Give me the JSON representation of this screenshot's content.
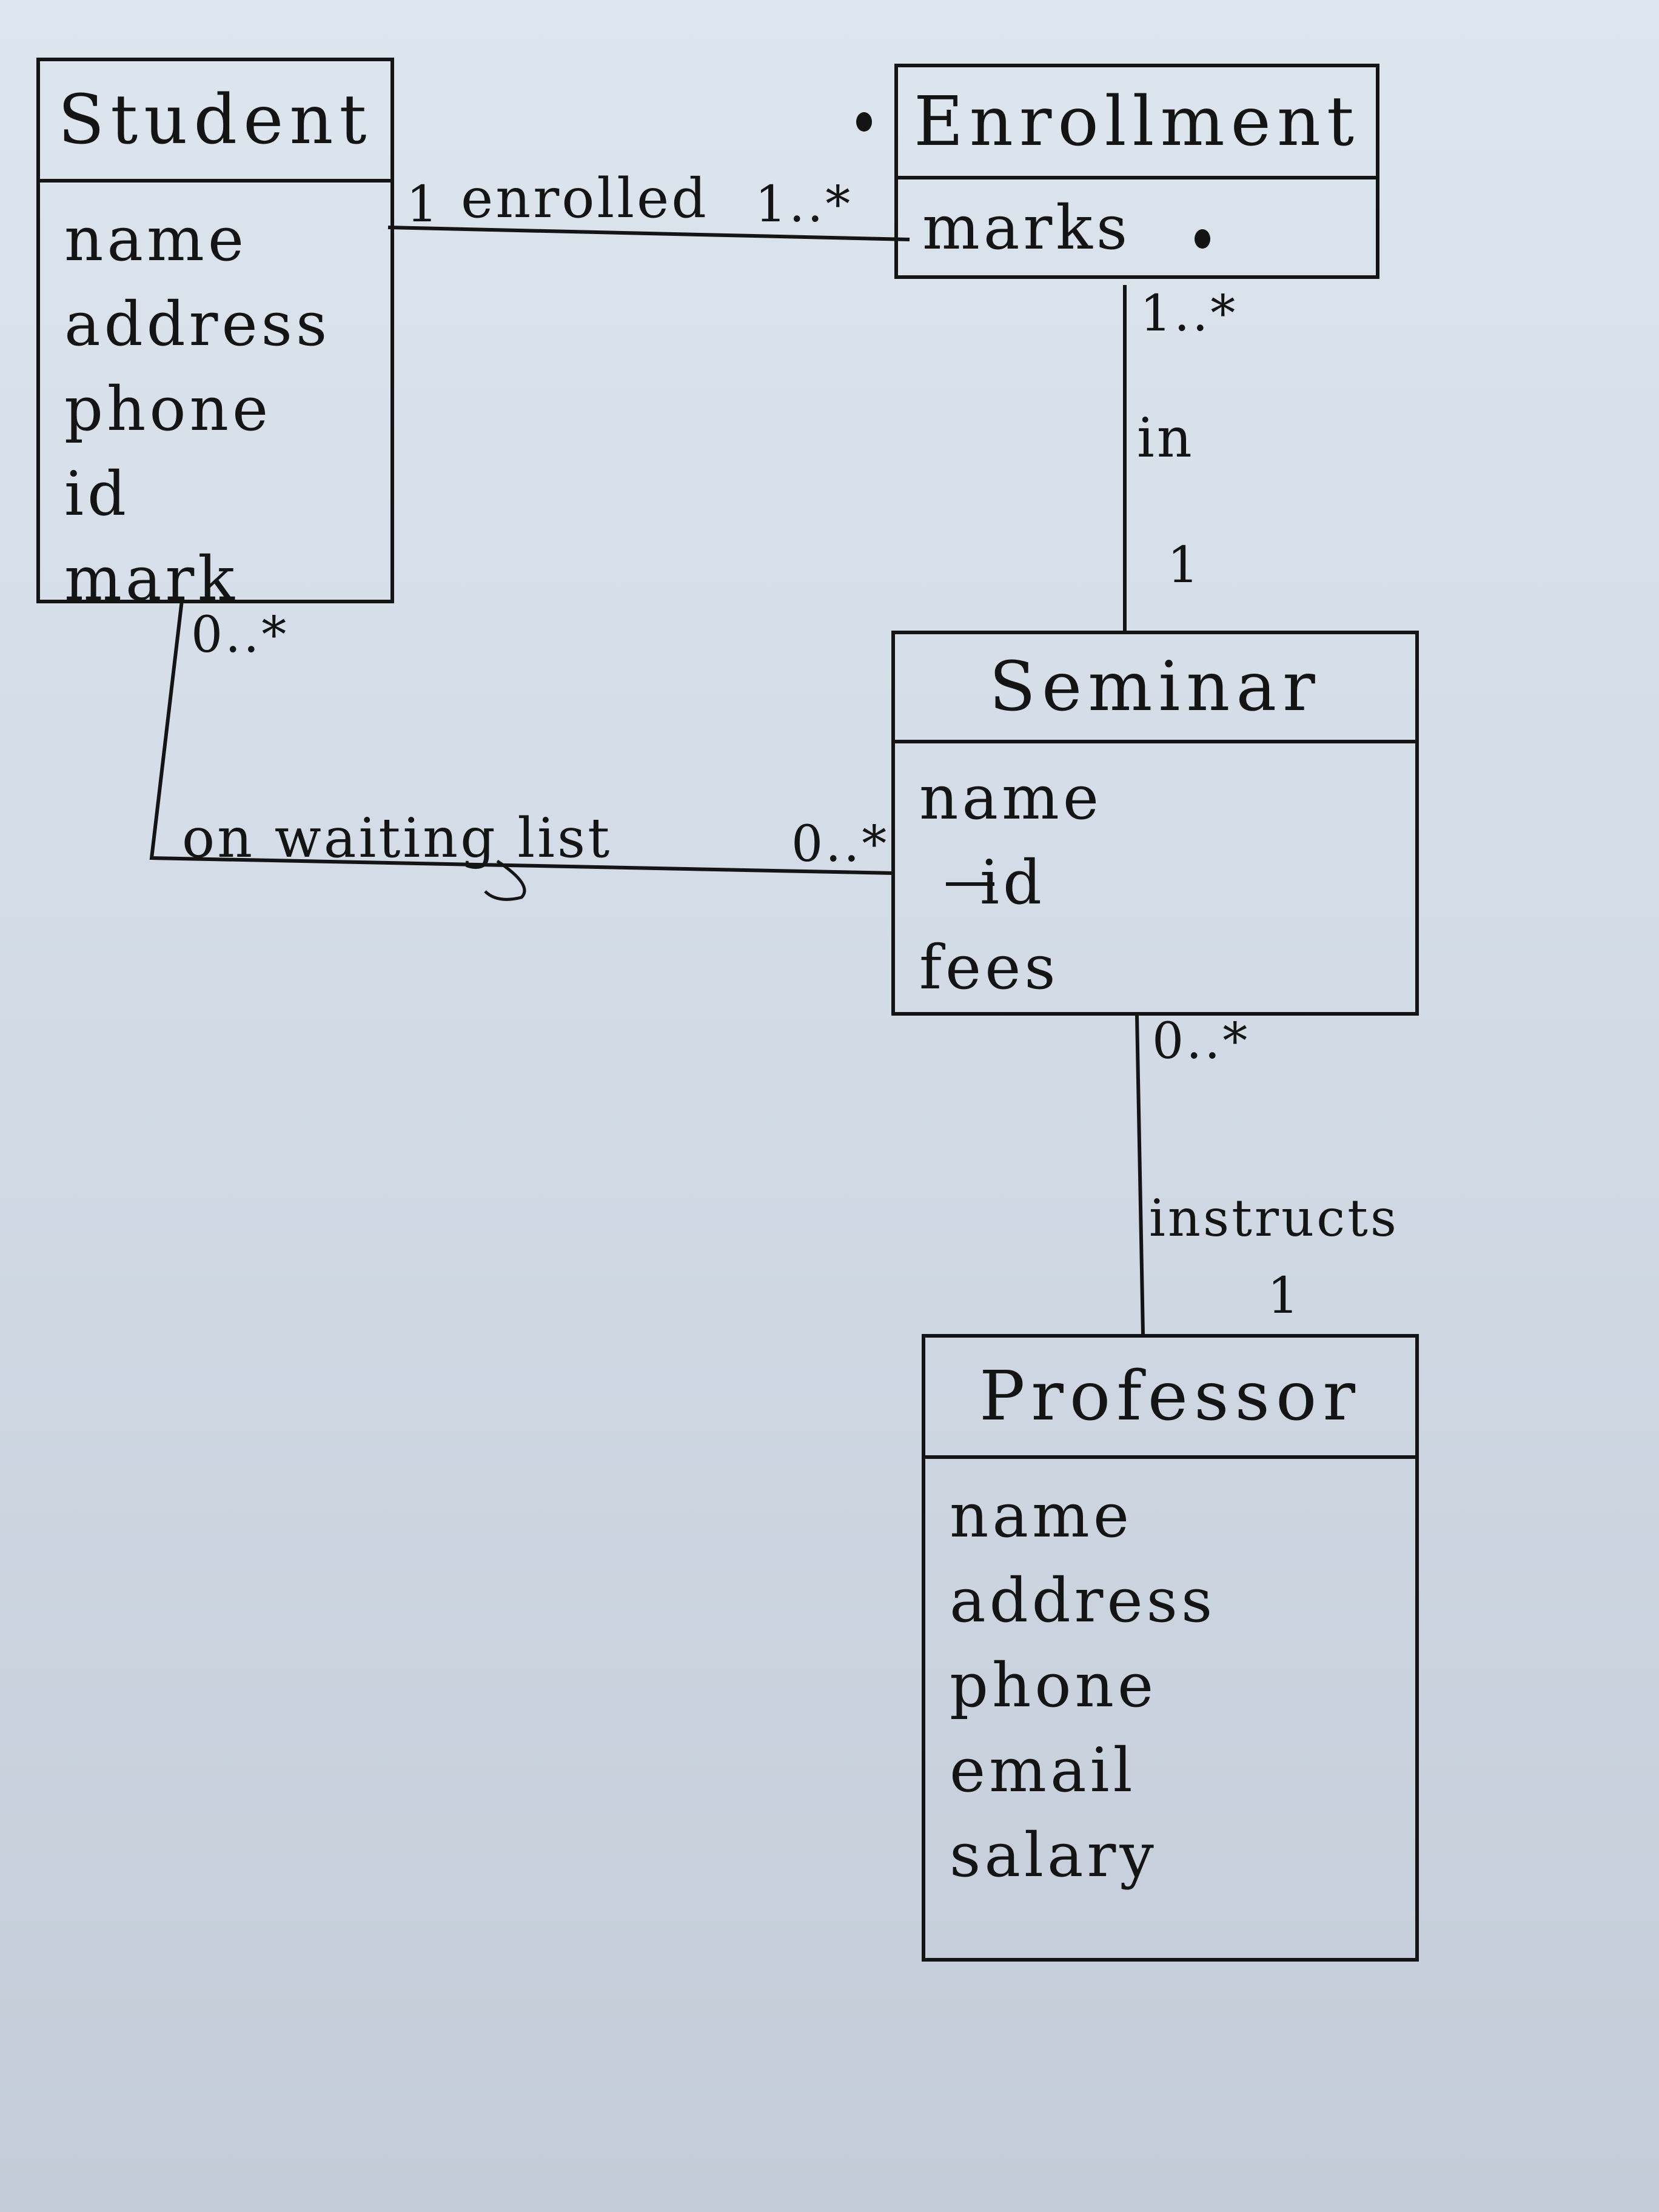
{
  "classes": {
    "student": {
      "title": "Student",
      "attributes": [
        "name",
        "address",
        "phone",
        "id",
        "mark"
      ]
    },
    "enrollment": {
      "title": "Enrollment",
      "attributes": [
        "marks"
      ]
    },
    "seminar": {
      "title": "Seminar",
      "attributes": [
        "name",
        "id",
        "fees"
      ]
    },
    "professor": {
      "title": "Professor",
      "attributes": [
        "name",
        "address",
        "phone",
        "email",
        "salary"
      ]
    }
  },
  "associations": {
    "enrolled": {
      "label": "enrolled",
      "mult_student": "1",
      "mult_enrollment": "1..*"
    },
    "in": {
      "label": "in",
      "mult_enrollment": "1..*",
      "mult_seminar": "1"
    },
    "waiting": {
      "label": "on waiting list",
      "mult_student": "0..*",
      "mult_seminar": "0..*"
    },
    "instructs": {
      "label": "instructs",
      "mult_seminar": "0..*",
      "mult_professor": "1"
    }
  },
  "colors": {
    "ink": "#141414",
    "paper": "#d6dee8"
  }
}
